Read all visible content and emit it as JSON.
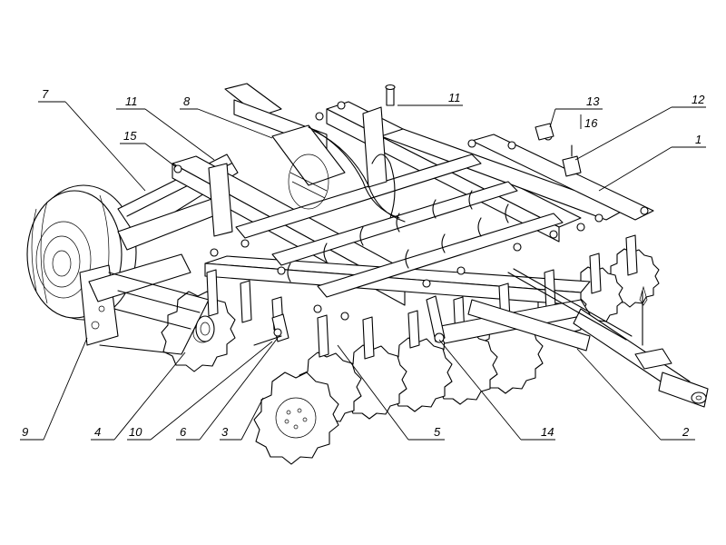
{
  "diagram": {
    "callouts": [
      {
        "id": "c7",
        "text": "7"
      },
      {
        "id": "c11a",
        "text": "11"
      },
      {
        "id": "c8",
        "text": "8"
      },
      {
        "id": "c11b",
        "text": "11"
      },
      {
        "id": "c13",
        "text": "13"
      },
      {
        "id": "c16",
        "text": "16"
      },
      {
        "id": "c12",
        "text": "12"
      },
      {
        "id": "c1",
        "text": "1"
      },
      {
        "id": "c15",
        "text": "15"
      },
      {
        "id": "c9",
        "text": "9"
      },
      {
        "id": "c4",
        "text": "4"
      },
      {
        "id": "c10",
        "text": "10"
      },
      {
        "id": "c6",
        "text": "6"
      },
      {
        "id": "c3",
        "text": "3"
      },
      {
        "id": "c5",
        "text": "5"
      },
      {
        "id": "c14",
        "text": "14"
      },
      {
        "id": "c2",
        "text": "2"
      }
    ]
  }
}
